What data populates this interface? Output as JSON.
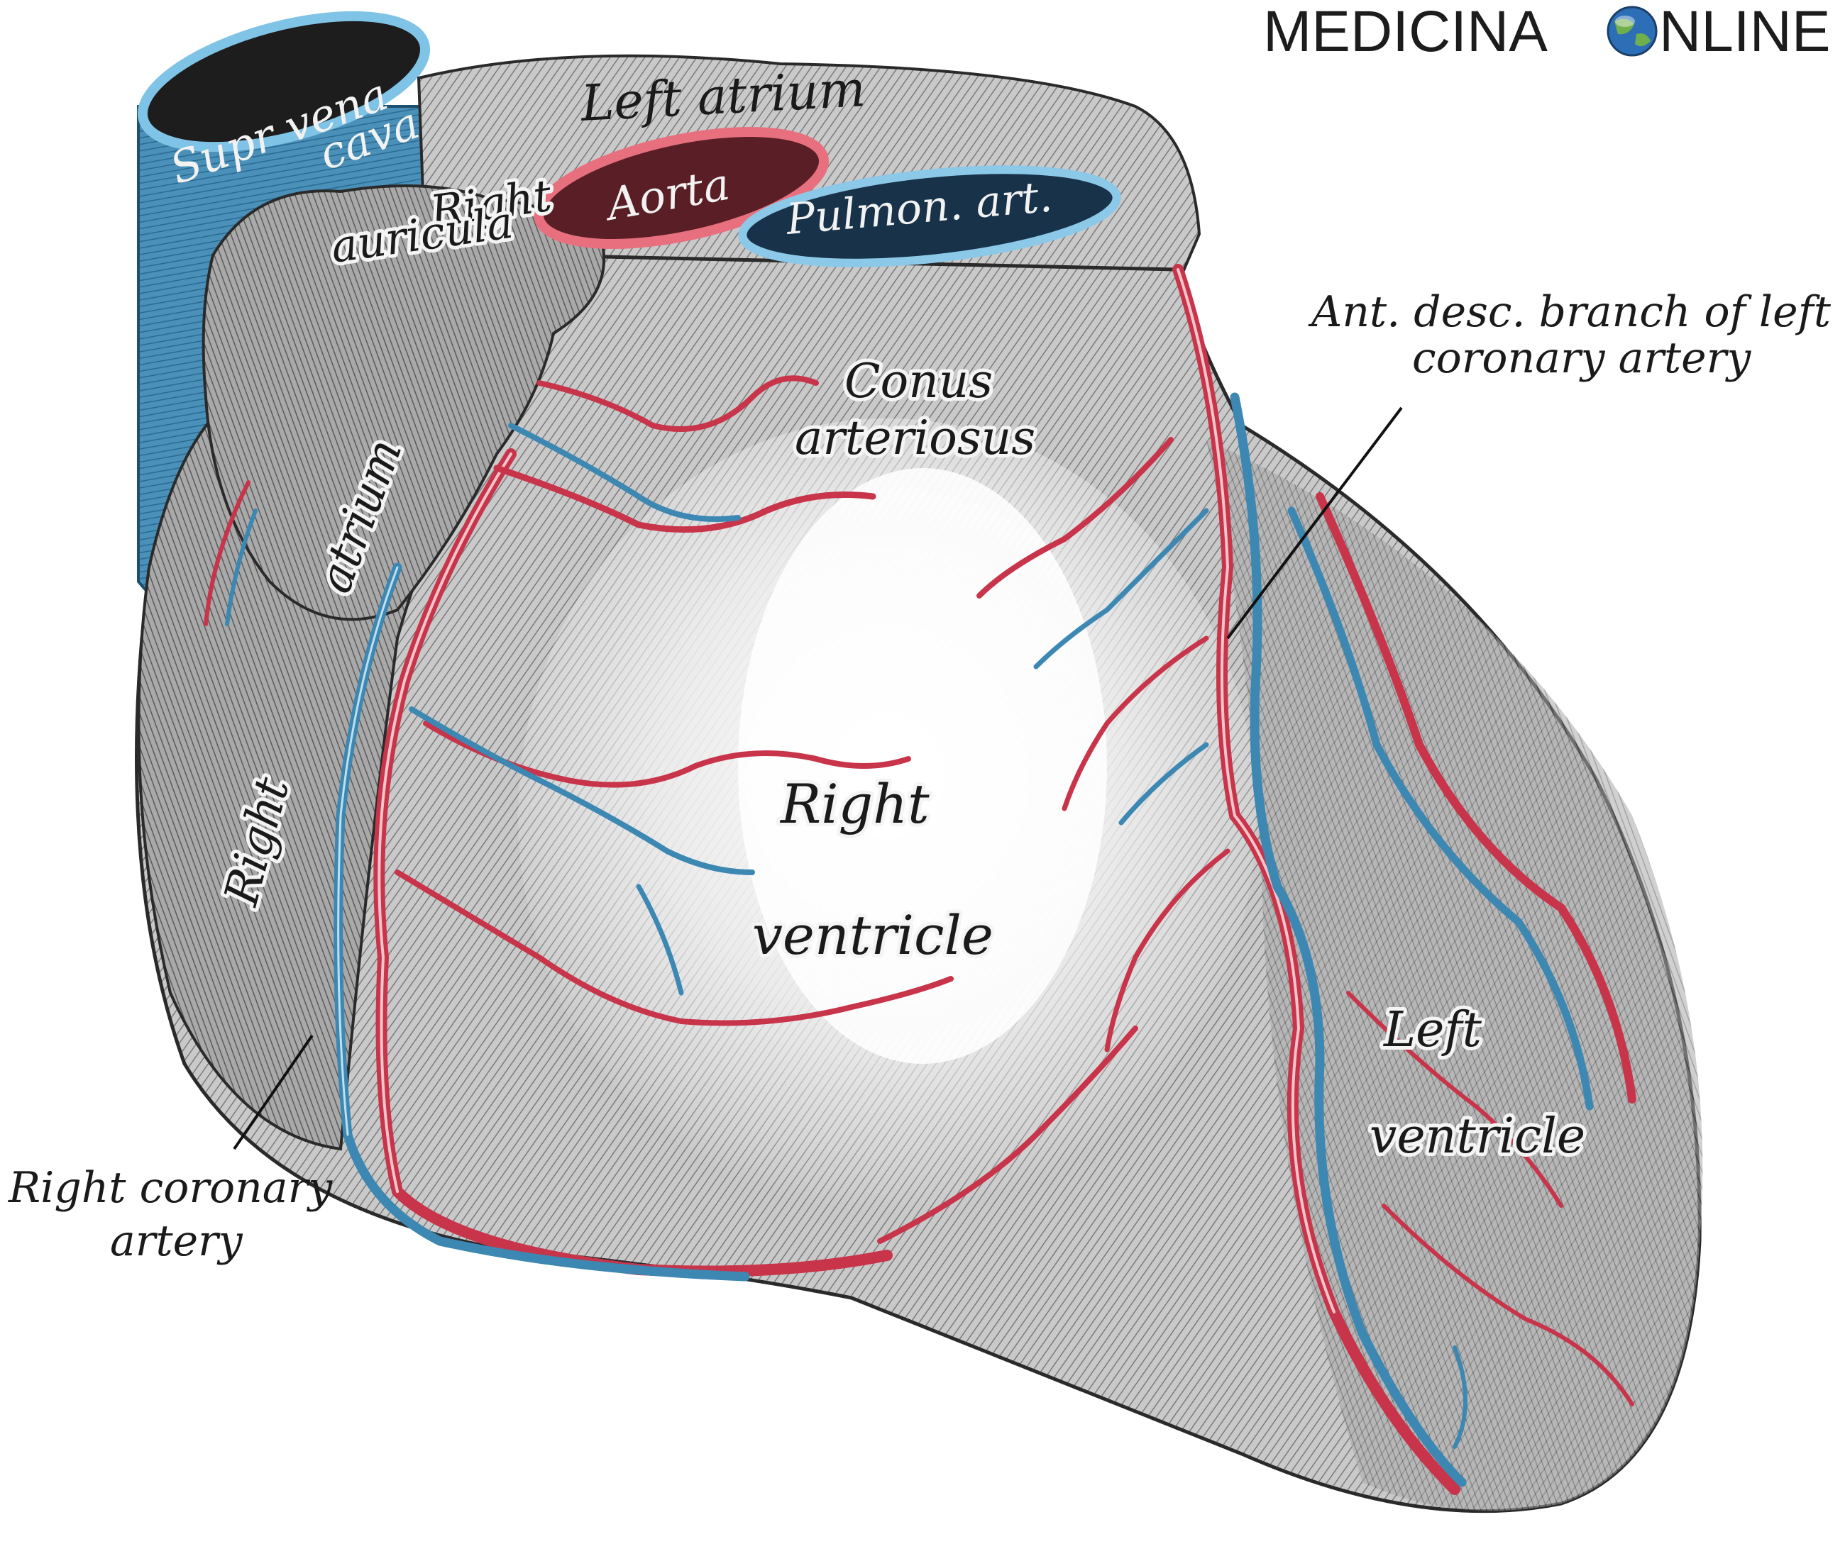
{
  "brand": {
    "left_text": "MEDICINA ",
    "right_text": "NLINE",
    "globe_icon": "globe-icon",
    "color": "#1c1c1c"
  },
  "colors": {
    "artery": "#c8344a",
    "vein": "#3d87b3",
    "muscle": "#b8b8b8",
    "background": "#ffffff"
  },
  "labels": {
    "supr_vena_cava_line1": "Supr vena",
    "supr_vena_cava_line2": "cava",
    "left_atrium": "Left atrium",
    "aorta": "Aorta",
    "pulmon_art": "Pulmon. art.",
    "right_auricula_line1": "Right",
    "right_auricula_line2": "auricula",
    "conus_line1": "Conus",
    "conus_line2": "arteriosus",
    "atrium": "atrium",
    "right_side": "Right",
    "right_ventricle_line1": "Right",
    "right_ventricle_line2": "ventricle",
    "left_ventricle_line1": "Left",
    "left_ventricle_line2": "ventricle",
    "ant_desc_line1": "Ant. desc. branch of left",
    "ant_desc_line2": "coronary artery",
    "right_coronary_line1": "Right coronary",
    "right_coronary_line2": "artery"
  }
}
